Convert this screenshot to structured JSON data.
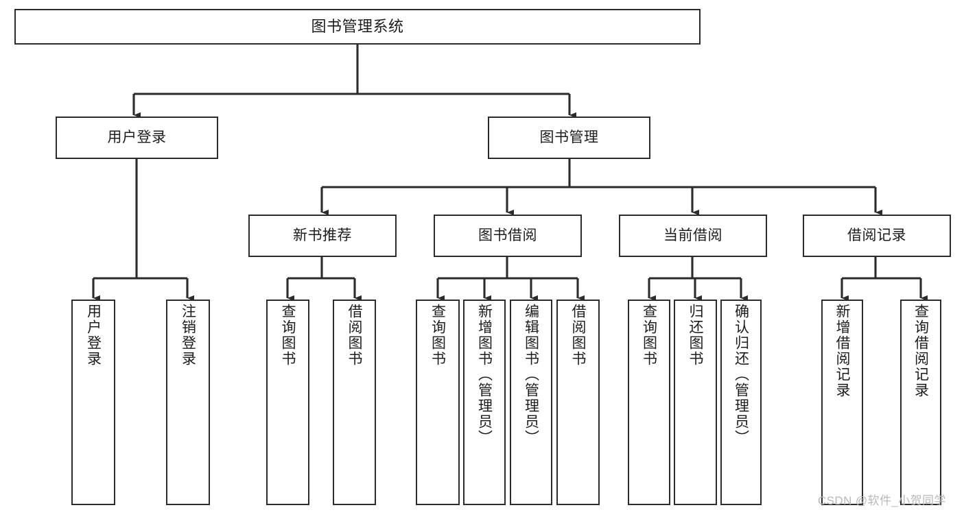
{
  "diagram": {
    "title": "图书管理系统",
    "type": "tree-hierarchy",
    "orientation": "top-down",
    "colors": {
      "box_border": "#2b2b2b",
      "box_fill": "#ffffff",
      "edge": "#2b2b2b",
      "text": "#1c1c1c",
      "watermark": "#b8b8b8",
      "background": "#ffffff"
    },
    "watermark": "CSDN @软件_小贺同学"
  },
  "nodes": {
    "root": {
      "label": "图书管理系统"
    },
    "level2": [
      {
        "id": "user-login",
        "label": "用户登录"
      },
      {
        "id": "book-manage",
        "label": "图书管理"
      }
    ],
    "level3": [
      {
        "id": "new-book-rec",
        "label": "新书推荐"
      },
      {
        "id": "book-borrow",
        "label": "图书借阅"
      },
      {
        "id": "current-borrow",
        "label": "当前借阅"
      },
      {
        "id": "borrow-record",
        "label": "借阅记录"
      }
    ],
    "leaves": {
      "user-login": [
        {
          "id": "leaf-user-login",
          "label": "用户登录"
        },
        {
          "id": "leaf-user-logout",
          "label": "注销登录"
        }
      ],
      "new-book-rec": [
        {
          "id": "leaf-query-book-1",
          "label": "查询图书"
        },
        {
          "id": "leaf-borrow-book-1",
          "label": "借阅图书"
        }
      ],
      "book-borrow": [
        {
          "id": "leaf-query-book-2",
          "label": "查询图书"
        },
        {
          "id": "leaf-add-book",
          "label": "新增图书（管理员）"
        },
        {
          "id": "leaf-edit-book",
          "label": "编辑图书（管理员）"
        },
        {
          "id": "leaf-borrow-book-2",
          "label": "借阅图书"
        }
      ],
      "current-borrow": [
        {
          "id": "leaf-query-book-3",
          "label": "查询图书"
        },
        {
          "id": "leaf-return-book",
          "label": "归还图书"
        },
        {
          "id": "leaf-confirm-return",
          "label": "确认归还（管理员）"
        }
      ],
      "borrow-record": [
        {
          "id": "leaf-add-record",
          "label": "新增借阅记录"
        },
        {
          "id": "leaf-query-record",
          "label": "查询借阅记录"
        }
      ]
    }
  }
}
